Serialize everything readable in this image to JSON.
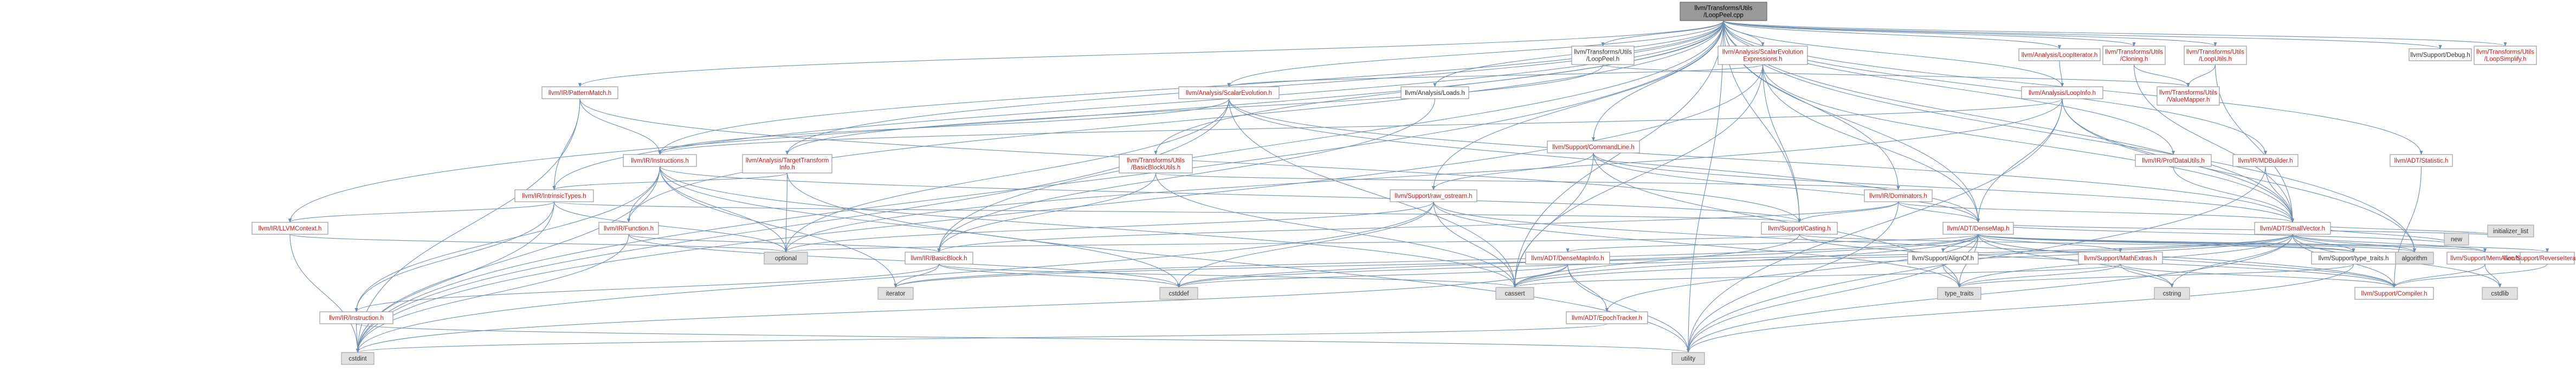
{
  "colors": {
    "root_fill": "#9a9a9a",
    "root_border": "#666666",
    "node_fill": "#ffffff",
    "node_border": "#999999",
    "link_text": "#bf1b1b",
    "plain_text": "#333333",
    "external_fill": "#e0e0e0",
    "external_border": "#a6a6a6",
    "edge": "#6f8fb0"
  },
  "nodes": [
    {
      "id": "root",
      "lines": [
        "llvm/Transforms/Utils",
        "/LoopPeel.cpp"
      ],
      "kind": "root"
    },
    {
      "id": "loop_simplify",
      "lines": [
        "llvm/Transforms/Utils",
        "/LoopSimplify.h"
      ],
      "kind": "link"
    },
    {
      "id": "debug",
      "lines": [
        "llvm/Support/Debug.h"
      ],
      "kind": "plain"
    },
    {
      "id": "loop_utils",
      "lines": [
        "llvm/Transforms/Utils",
        "/LoopUtils.h"
      ],
      "kind": "link"
    },
    {
      "id": "cloning",
      "lines": [
        "llvm/Transforms/Utils",
        "/Cloning.h"
      ],
      "kind": "link"
    },
    {
      "id": "loop_iterator",
      "lines": [
        "llvm/Analysis/LoopIterator.h"
      ],
      "kind": "link"
    },
    {
      "id": "scev_expander",
      "lines": [
        "llvm/Analysis/ScalarEvolution",
        "Expressions.h"
      ],
      "kind": "link"
    },
    {
      "id": "loop_peel_h",
      "lines": [
        "llvm/Transforms/Utils",
        "/LoopPeel.h"
      ],
      "kind": "plain"
    },
    {
      "id": "statistic",
      "lines": [
        "llvm/ADT/Statistic.h"
      ],
      "kind": "link"
    },
    {
      "id": "mdbuilder",
      "lines": [
        "llvm/IR/MDBuilder.h"
      ],
      "kind": "link"
    },
    {
      "id": "prof_data",
      "lines": [
        "llvm/IR/ProfDataUtils.h"
      ],
      "kind": "link"
    },
    {
      "id": "value_mapper",
      "lines": [
        "llvm/Transforms/Utils",
        "/ValueMapper.h"
      ],
      "kind": "link"
    },
    {
      "id": "loop_info",
      "lines": [
        "llvm/Analysis/LoopInfo.h"
      ],
      "kind": "link"
    },
    {
      "id": "cmdline",
      "lines": [
        "llvm/Support/CommandLine.h"
      ],
      "kind": "link"
    },
    {
      "id": "loads",
      "lines": [
        "llvm/Analysis/Loads.h"
      ],
      "kind": "plain"
    },
    {
      "id": "scev",
      "lines": [
        "llvm/Analysis/ScalarEvolution.h"
      ],
      "kind": "link"
    },
    {
      "id": "pattern_match",
      "lines": [
        "llvm/IR/PatternMatch.h"
      ],
      "kind": "link"
    },
    {
      "id": "bb_utils",
      "lines": [
        "llvm/Transforms/Utils",
        "/BasicBlockUtils.h"
      ],
      "kind": "link"
    },
    {
      "id": "tti",
      "lines": [
        "llvm/Analysis/TargetTransform",
        "Info.h"
      ],
      "kind": "link"
    },
    {
      "id": "instructions",
      "lines": [
        "llvm/IR/Instructions.h"
      ],
      "kind": "link"
    },
    {
      "id": "raw_ostream",
      "lines": [
        "llvm/Support/raw_ostream.h"
      ],
      "kind": "link"
    },
    {
      "id": "dominators",
      "lines": [
        "llvm/IR/Dominators.h"
      ],
      "kind": "link"
    },
    {
      "id": "intrinsics",
      "lines": [
        "llvm/IR/IntrinsicTypes.h"
      ],
      "kind": "link"
    },
    {
      "id": "llvmcontext",
      "lines": [
        "llvm/IR/LLVMContext.h"
      ],
      "kind": "link"
    },
    {
      "id": "function",
      "lines": [
        "llvm/IR/Function.h"
      ],
      "kind": "link"
    },
    {
      "id": "casting",
      "lines": [
        "llvm/Support/Casting.h"
      ],
      "kind": "link"
    },
    {
      "id": "densemap",
      "lines": [
        "llvm/ADT/DenseMap.h"
      ],
      "kind": "link"
    },
    {
      "id": "smallvector",
      "lines": [
        "llvm/ADT/SmallVector.h"
      ],
      "kind": "link"
    },
    {
      "id": "optional",
      "lines": [
        "optional"
      ],
      "kind": "external"
    },
    {
      "id": "basicblock",
      "lines": [
        "llvm/IR/BasicBlock.h"
      ],
      "kind": "link"
    },
    {
      "id": "densemapinfo",
      "lines": [
        "llvm/ADT/DenseMapInfo.h"
      ],
      "kind": "link"
    },
    {
      "id": "alignof",
      "lines": [
        "llvm/Support/AlignOf.h"
      ],
      "kind": "plain"
    },
    {
      "id": "mathextras",
      "lines": [
        "llvm/Support/MathExtras.h"
      ],
      "kind": "link"
    },
    {
      "id": "type_traits_h",
      "lines": [
        "llvm/Support/type_traits.h"
      ],
      "kind": "plain"
    },
    {
      "id": "memalloc",
      "lines": [
        "llvm/Support/MemAlloc.h"
      ],
      "kind": "link"
    },
    {
      "id": "rev_iter",
      "lines": [
        "llvm/Support/ReverseIteration.h"
      ],
      "kind": "link"
    },
    {
      "id": "algorithm",
      "lines": [
        "algorithm"
      ],
      "kind": "external"
    },
    {
      "id": "new",
      "lines": [
        "new"
      ],
      "kind": "external"
    },
    {
      "id": "init_list",
      "lines": [
        "initializer_list"
      ],
      "kind": "external"
    },
    {
      "id": "instruction",
      "lines": [
        "llvm/IR/Instruction.h"
      ],
      "kind": "link"
    },
    {
      "id": "iterator",
      "lines": [
        "iterator"
      ],
      "kind": "external"
    },
    {
      "id": "cstddef",
      "lines": [
        "cstddef"
      ],
      "kind": "external"
    },
    {
      "id": "cassert",
      "lines": [
        "cassert"
      ],
      "kind": "external"
    },
    {
      "id": "epoch",
      "lines": [
        "llvm/ADT/EpochTracker.h"
      ],
      "kind": "link"
    },
    {
      "id": "type_traits",
      "lines": [
        "type_traits"
      ],
      "kind": "external"
    },
    {
      "id": "cstring",
      "lines": [
        "cstring"
      ],
      "kind": "external"
    },
    {
      "id": "compiler",
      "lines": [
        "llvm/Support/Compiler.h"
      ],
      "kind": "link"
    },
    {
      "id": "cstdlib",
      "lines": [
        "cstdlib"
      ],
      "kind": "external"
    },
    {
      "id": "cstdint",
      "lines": [
        "cstdint"
      ],
      "kind": "external"
    },
    {
      "id": "utility",
      "lines": [
        "utility"
      ],
      "kind": "external"
    }
  ],
  "edges": [
    [
      "root",
      "loop_simplify"
    ],
    [
      "root",
      "debug"
    ],
    [
      "root",
      "loop_utils"
    ],
    [
      "root",
      "cloning"
    ],
    [
      "root",
      "loop_iterator"
    ],
    [
      "root",
      "scev_expander"
    ],
    [
      "root",
      "loop_peel_h"
    ],
    [
      "root",
      "statistic"
    ],
    [
      "root",
      "mdbuilder"
    ],
    [
      "root",
      "prof_data"
    ],
    [
      "root",
      "loop_info"
    ],
    [
      "root",
      "cmdline"
    ],
    [
      "root",
      "loads"
    ],
    [
      "root",
      "scev"
    ],
    [
      "root",
      "pattern_match"
    ],
    [
      "root",
      "bb_utils"
    ],
    [
      "root",
      "tti"
    ],
    [
      "root",
      "instructions"
    ],
    [
      "root",
      "raw_ostream"
    ],
    [
      "root",
      "dominators"
    ],
    [
      "root",
      "intrinsics"
    ],
    [
      "root",
      "llvmcontext"
    ],
    [
      "root",
      "function"
    ],
    [
      "root",
      "basicblock"
    ],
    [
      "root",
      "densemap"
    ],
    [
      "root",
      "smallvector"
    ],
    [
      "root",
      "casting"
    ],
    [
      "root",
      "cassert"
    ],
    [
      "root",
      "cstdint"
    ],
    [
      "root",
      "algorithm"
    ],
    [
      "root",
      "utility"
    ],
    [
      "loop_utils",
      "value_mapper"
    ],
    [
      "loop_utils",
      "smallvector"
    ],
    [
      "cloning",
      "value_mapper"
    ],
    [
      "cloning",
      "smallvector"
    ],
    [
      "loop_iterator",
      "loop_info"
    ],
    [
      "scev_expander",
      "scev"
    ],
    [
      "scev_expander",
      "densemap"
    ],
    [
      "scev_expander",
      "smallvector"
    ],
    [
      "scev_expander",
      "casting"
    ],
    [
      "scev_expander",
      "cassert"
    ],
    [
      "scev_expander",
      "cstdint"
    ],
    [
      "loop_peel_h",
      "value_mapper"
    ],
    [
      "loop_peel_h",
      "tti"
    ],
    [
      "mdbuilder",
      "smallvector"
    ],
    [
      "mdbuilder",
      "utility"
    ],
    [
      "prof_data",
      "smallvector"
    ],
    [
      "statistic",
      "compiler"
    ],
    [
      "loop_info",
      "instructions"
    ],
    [
      "loop_info",
      "densemap"
    ],
    [
      "loop_info",
      "smallvector"
    ],
    [
      "loop_info",
      "algorithm"
    ],
    [
      "loop_info",
      "utility"
    ],
    [
      "loop_info",
      "optional"
    ],
    [
      "cmdline",
      "smallvector"
    ],
    [
      "cmdline",
      "densemap"
    ],
    [
      "cmdline",
      "raw_ostream"
    ],
    [
      "cmdline",
      "cassert"
    ],
    [
      "cmdline",
      "type_traits"
    ],
    [
      "loads",
      "basicblock"
    ],
    [
      "scev",
      "densemap"
    ],
    [
      "scev",
      "smallvector"
    ],
    [
      "scev",
      "instructions"
    ],
    [
      "scev",
      "optional"
    ],
    [
      "scev",
      "cassert"
    ],
    [
      "scev",
      "cstdint"
    ],
    [
      "pattern_match",
      "instructions"
    ],
    [
      "pattern_match",
      "intrinsics"
    ],
    [
      "pattern_match",
      "casting"
    ],
    [
      "pattern_match",
      "cstdint"
    ],
    [
      "bb_utils",
      "basicblock"
    ],
    [
      "bb_utils",
      "dominators"
    ],
    [
      "bb_utils",
      "cassert"
    ],
    [
      "tti",
      "intrinsics"
    ],
    [
      "tti",
      "optional"
    ],
    [
      "tti",
      "utility"
    ],
    [
      "instructions",
      "function"
    ],
    [
      "instructions",
      "instruction"
    ],
    [
      "instructions",
      "casting"
    ],
    [
      "instructions",
      "iterator"
    ],
    [
      "instructions",
      "cassert"
    ],
    [
      "instructions",
      "cstddef"
    ],
    [
      "instructions",
      "cstdint"
    ],
    [
      "instructions",
      "optional"
    ],
    [
      "raw_ostream",
      "compiler"
    ],
    [
      "raw_ostream",
      "cstddef"
    ],
    [
      "raw_ostream",
      "cstdint"
    ],
    [
      "raw_ostream",
      "cassert"
    ],
    [
      "raw_ostream",
      "optional"
    ],
    [
      "raw_ostream",
      "type_traits"
    ],
    [
      "dominators",
      "densemap"
    ],
    [
      "dominators",
      "smallvector"
    ],
    [
      "dominators",
      "casting"
    ],
    [
      "dominators",
      "basicblock"
    ],
    [
      "dominators",
      "utility"
    ],
    [
      "intrinsics",
      "llvmcontext"
    ],
    [
      "intrinsics",
      "instruction"
    ],
    [
      "intrinsics",
      "casting"
    ],
    [
      "intrinsics",
      "cstdint"
    ],
    [
      "intrinsics",
      "optional"
    ],
    [
      "function",
      "basicblock"
    ],
    [
      "function",
      "cstddef"
    ],
    [
      "function",
      "cstdint"
    ],
    [
      "llvmcontext",
      "cstdint"
    ],
    [
      "llvmcontext",
      "optional"
    ],
    [
      "basicblock",
      "instruction"
    ],
    [
      "basicblock",
      "iterator"
    ],
    [
      "basicblock",
      "cassert"
    ],
    [
      "basicblock",
      "cstddef"
    ],
    [
      "casting",
      "type_traits_h"
    ],
    [
      "casting",
      "compiler"
    ],
    [
      "casting",
      "cassert"
    ],
    [
      "casting",
      "optional"
    ],
    [
      "densemap",
      "densemapinfo"
    ],
    [
      "densemap",
      "epoch"
    ],
    [
      "densemap",
      "alignof"
    ],
    [
      "densemap",
      "compiler"
    ],
    [
      "densemap",
      "mathextras"
    ],
    [
      "densemap",
      "memalloc"
    ],
    [
      "densemap",
      "rev_iter"
    ],
    [
      "densemap",
      "type_traits_h"
    ],
    [
      "densemap",
      "algorithm"
    ],
    [
      "densemap",
      "cassert"
    ],
    [
      "densemap",
      "cstddef"
    ],
    [
      "densemap",
      "cstring"
    ],
    [
      "densemap",
      "iterator"
    ],
    [
      "densemap",
      "new"
    ],
    [
      "densemap",
      "type_traits"
    ],
    [
      "densemap",
      "utility"
    ],
    [
      "densemap",
      "init_list"
    ],
    [
      "smallvector",
      "compiler"
    ],
    [
      "smallvector",
      "type_traits_h"
    ],
    [
      "smallvector",
      "algorithm"
    ],
    [
      "smallvector",
      "cassert"
    ],
    [
      "smallvector",
      "cstddef"
    ],
    [
      "smallvector",
      "cstdlib"
    ],
    [
      "smallvector",
      "cstring"
    ],
    [
      "smallvector",
      "init_list"
    ],
    [
      "smallvector",
      "iterator"
    ],
    [
      "smallvector",
      "memalloc"
    ],
    [
      "smallvector",
      "new"
    ],
    [
      "smallvector",
      "type_traits"
    ],
    [
      "smallvector",
      "utility"
    ],
    [
      "densemapinfo",
      "cassert"
    ],
    [
      "densemapinfo",
      "cstddef"
    ],
    [
      "densemapinfo",
      "cstdint"
    ],
    [
      "densemapinfo",
      "utility"
    ],
    [
      "densemapinfo",
      "epoch"
    ],
    [
      "epoch",
      "cstdint"
    ],
    [
      "alignof",
      "type_traits"
    ],
    [
      "mathextras",
      "compiler"
    ],
    [
      "mathextras",
      "cassert"
    ],
    [
      "mathextras",
      "type_traits"
    ],
    [
      "mathextras",
      "cstring"
    ],
    [
      "memalloc",
      "compiler"
    ],
    [
      "memalloc",
      "cstdlib"
    ],
    [
      "type_traits_h",
      "type_traits"
    ],
    [
      "type_traits_h",
      "utility"
    ],
    [
      "rev_iter",
      "compiler"
    ],
    [
      "instruction",
      "cstdint"
    ],
    [
      "instruction",
      "utility"
    ]
  ]
}
